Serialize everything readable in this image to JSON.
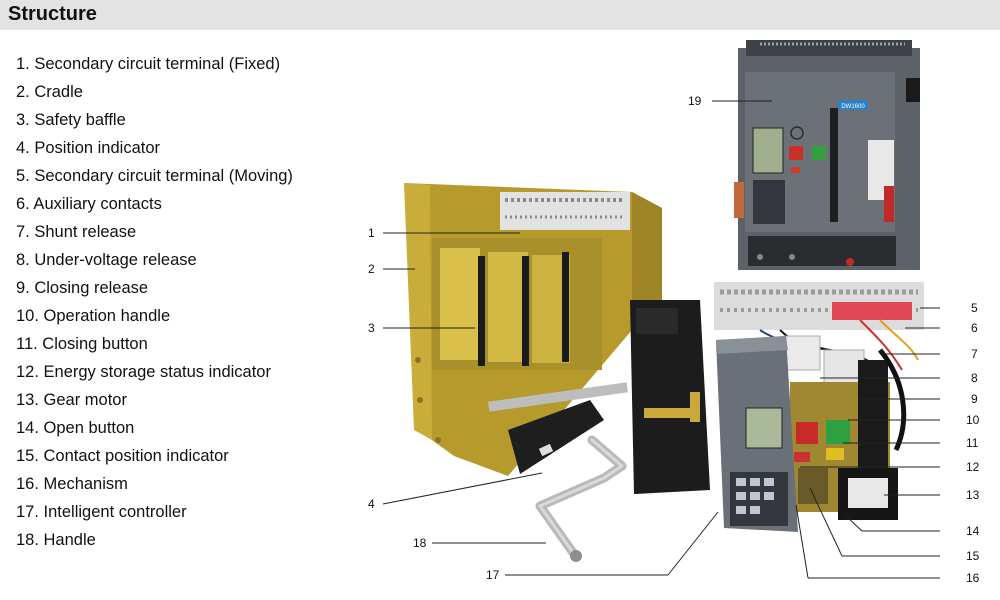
{
  "header": {
    "title": "Structure"
  },
  "parts": [
    "1. Secondary circuit terminal (Fixed)",
    "2. Cradle",
    "3. Safety baffle",
    "4. Position indicator",
    "5. Secondary circuit terminal (Moving)",
    "6. Auxiliary contacts",
    "7. Shunt release",
    "8. Under-voltage release",
    "9. Closing release",
    "10. Operation handle",
    "11. Closing button",
    "12. Energy storage status indicator",
    "13. Gear motor",
    "14. Open button",
    "15. Contact position indicator",
    "16. Mechanism",
    "17. Intelligent controller",
    "18. Handle"
  ],
  "callouts": [
    "1",
    "2",
    "3",
    "4",
    "5",
    "6",
    "7",
    "8",
    "9",
    "10",
    "11",
    "12",
    "13",
    "14",
    "15",
    "16",
    "17",
    "18",
    "19"
  ],
  "device": {
    "model_badge": "DW1600"
  }
}
